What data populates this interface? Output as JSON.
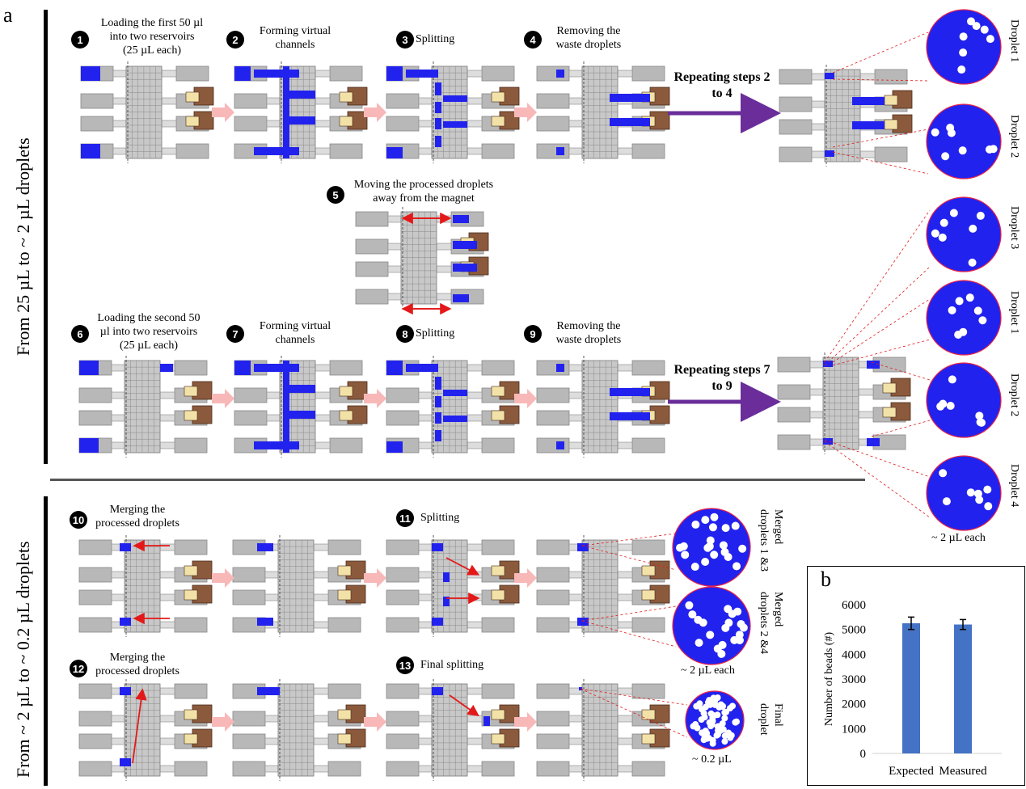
{
  "panels": {
    "a": "a",
    "b": "b"
  },
  "side_labels": {
    "top": "From 25 µL to ~ 2 µL droplets",
    "bottom": "From ~ 2 µL to ~ 0.2 µL droplets"
  },
  "steps": [
    {
      "num": "1",
      "line1": "Loading the first 50 µl",
      "line2": "into two reservoirs",
      "line3": "(25 µL each)"
    },
    {
      "num": "2",
      "line1": "Forming virtual",
      "line2": "channels"
    },
    {
      "num": "3",
      "line1": "Splitting"
    },
    {
      "num": "4",
      "line1": "Removing the",
      "line2": "waste droplets"
    },
    {
      "num": "5",
      "line1": "Moving the processed droplets",
      "line2": "away from the magnet"
    },
    {
      "num": "6",
      "line1": "Loading the second 50",
      "line2": "µl into two reservoirs",
      "line3": "(25 µL each)"
    },
    {
      "num": "7",
      "line1": "Forming virtual",
      "line2": "channels"
    },
    {
      "num": "8",
      "line1": "Splitting"
    },
    {
      "num": "9",
      "line1": "Removing the",
      "line2": "waste droplets"
    },
    {
      "num": "10",
      "line1": "Merging the",
      "line2": "processed droplets"
    },
    {
      "num": "11",
      "line1": "Splitting"
    },
    {
      "num": "12",
      "line1": "Merging the",
      "line2": "processed droplets"
    },
    {
      "num": "13",
      "line1": "Final splitting"
    }
  ],
  "repeats": {
    "r1_line1": "Repeating steps 2",
    "r1_line2": "to 4",
    "r2_line1": "Repeating steps 7",
    "r2_line2": "to 9"
  },
  "droplets": {
    "d1": "Droplet 1",
    "d2": "Droplet 2",
    "d3": "Droplet 3",
    "d1b": "Droplet 1",
    "d2b": "Droplet 2",
    "d4": "Droplet 4",
    "each2": "~ 2 µL each",
    "merged13_a": "Merged",
    "merged13_b": "droplets 1 &3",
    "merged24_a": "Merged",
    "merged24_b": "droplets 2 &4",
    "each2b": "~ 2 µL each",
    "final_a": "Final",
    "final_b": "droplet",
    "each02": "~ 0.2 µL"
  },
  "colors": {
    "droplet": "#2222ee",
    "electrode": "#b8b8b8",
    "arrow_purple": "#6a2d9a",
    "arrow_pink": "#f8b8b8",
    "bar": "#4472c4"
  },
  "chart_data": {
    "type": "bar",
    "categories": [
      "Expected",
      "Measured"
    ],
    "values": [
      5250,
      5200
    ],
    "errors": [
      250,
      200
    ],
    "ylabel": "Number of beads (#)",
    "ylim": [
      0,
      6000
    ],
    "yticks": [
      0,
      1000,
      2000,
      3000,
      4000,
      5000,
      6000
    ],
    "grid": false
  }
}
